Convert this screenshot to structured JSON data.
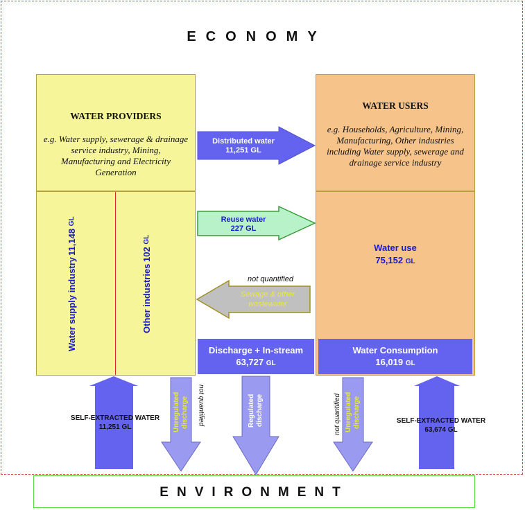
{
  "economy": {
    "title": "ECONOMY"
  },
  "environment": {
    "title": "ENVIRONMENT"
  },
  "providers": {
    "title": "WATER PROVIDERS",
    "description": "e.g. Water supply, sewerage & drainage service industry, Mining, Manufacturing and Electricity Generation",
    "water_supply": {
      "label": "Water supply industry",
      "value": "11,148",
      "unit": "GL"
    },
    "other": {
      "label": "Other industries",
      "value": "102",
      "unit": "GL"
    }
  },
  "users": {
    "title": "WATER USERS",
    "description": "e.g. Households, Agriculture, Mining, Manufacturing, Other industries including Water supply, sewerage and drainage service industry",
    "water_use": {
      "label": "Water use",
      "value": "75,152",
      "unit": "GL"
    }
  },
  "flows": {
    "distributed": {
      "label": "Distributed water",
      "value": "11,251",
      "unit": "GL"
    },
    "reuse": {
      "label": "Reuse water",
      "value": "227",
      "unit": "GL"
    },
    "sewage": {
      "label": "Sewage & other wastewater",
      "note": "not quantified"
    },
    "discharge": {
      "label": "Discharge + In-stream",
      "value": "63,727",
      "unit": "GL"
    },
    "consumption": {
      "label": "Water Consumption",
      "value": "16,019",
      "unit": "GL"
    },
    "self_extracted_left": {
      "label": "SELF-EXTRACTED WATER",
      "value": "11,251",
      "unit": "GL"
    },
    "self_extracted_right": {
      "label": "SELF-EXTRACTED WATER",
      "value": "63,674",
      "unit": "GL"
    },
    "unregulated_left": {
      "label": "Unregulated discharge",
      "note": "not quantified"
    },
    "regulated": {
      "label": "Regulated discharge"
    },
    "unregulated_right": {
      "label": "Unregulated discharge",
      "note": "not quantified"
    }
  },
  "colors": {
    "provider_fill": "#f6f59a",
    "user_fill": "#f6c38a",
    "arrow_blue": "#6363f0",
    "arrow_light": "#9a9af0",
    "reuse_fill": "#b8f2c8",
    "sewage_fill": "#c0c0c0",
    "economy_border": "#d94040",
    "environment_border": "#55dd44"
  }
}
